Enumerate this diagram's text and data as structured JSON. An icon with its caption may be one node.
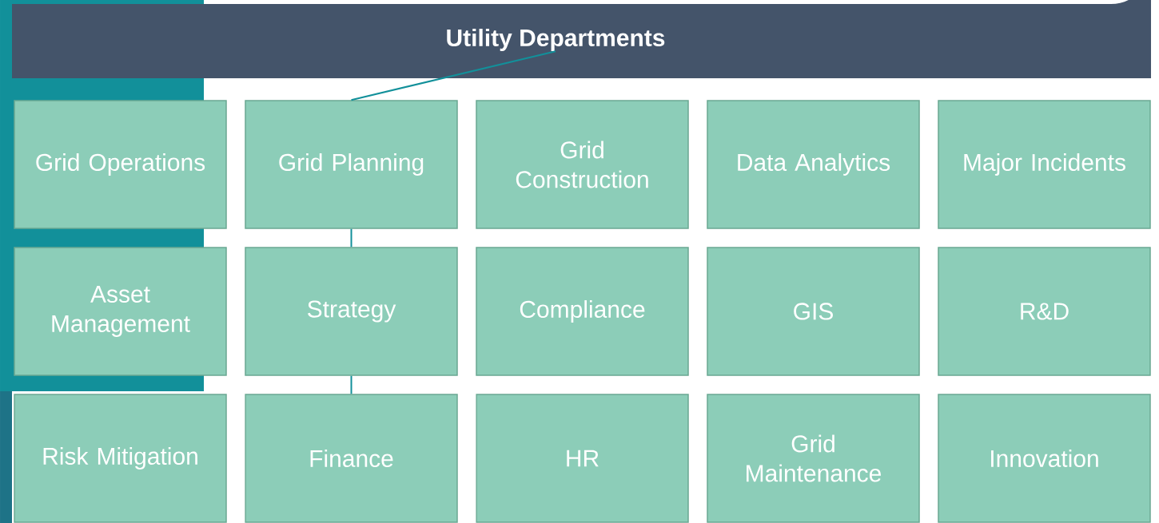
{
  "diagram": {
    "nodes": [
      {
        "text": [
          "Utility Departments"
        ]
      },
      {
        "text": [
          "Grid Operations"
        ]
      },
      {
        "text": [
          "Grid Planning"
        ]
      },
      {
        "text": [
          "Grid Construction"
        ]
      },
      {
        "text": [
          "Data Analytics"
        ]
      },
      {
        "text": [
          "Major Incidents"
        ]
      },
      {
        "text": [
          "Asset Management"
        ]
      },
      {
        "text": [
          "Strategy"
        ]
      },
      {
        "text": [
          "Compliance"
        ]
      },
      {
        "text": [
          "GIS"
        ]
      },
      {
        "text": [
          "R&D"
        ]
      },
      {
        "text": [
          "Risk Mitigation"
        ]
      },
      {
        "text": [
          "Finance"
        ]
      },
      {
        "text": [
          "HR"
        ]
      },
      {
        "text": [
          "Grid Maintenance"
        ]
      },
      {
        "text": [
          "Innovation"
        ]
      }
    ],
    "edges": [
      {
        "from": 0,
        "to": 2,
        "arrow": "none"
      },
      {
        "from": 2,
        "to": 7,
        "arrow": "none"
      },
      {
        "from": 7,
        "to": 12,
        "arrow": "none"
      }
    ]
  }
}
